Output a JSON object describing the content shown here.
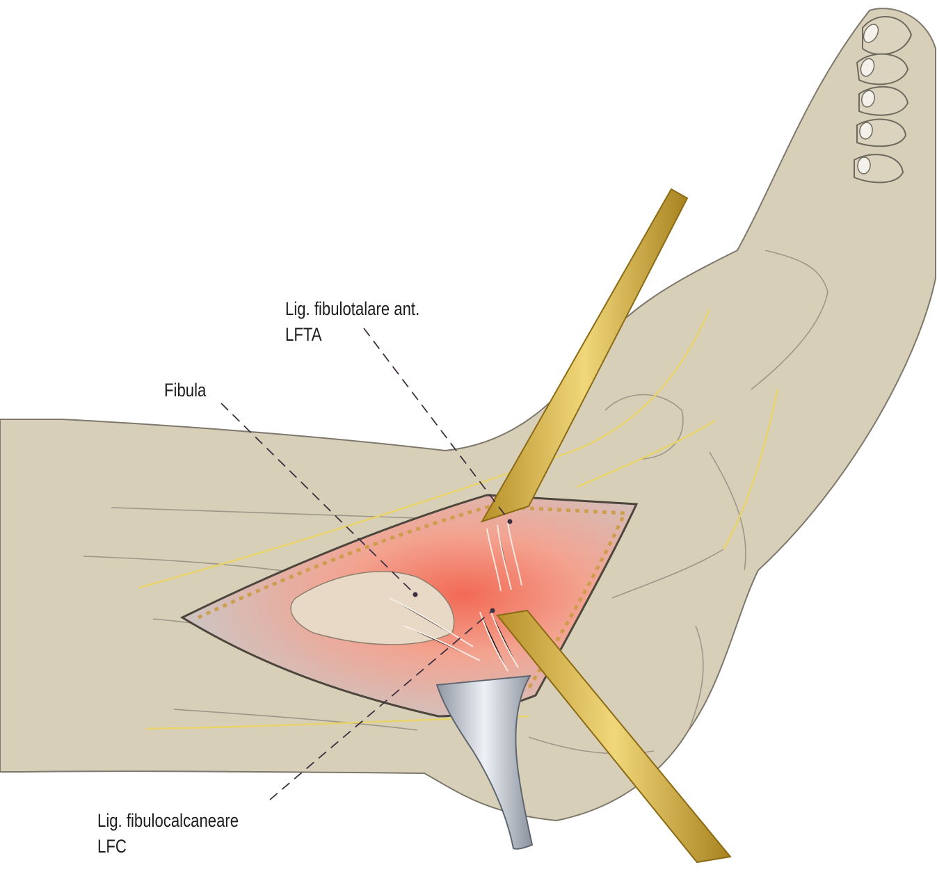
{
  "labels": {
    "lfta": {
      "line1": "Lig. fibulotalare ant.",
      "line2": "LFTA"
    },
    "fibula": {
      "line1": "Fibula"
    },
    "lfc": {
      "line1": "Lig. fibulocalcaneare",
      "line2": "LFC"
    }
  },
  "colors": {
    "skin": "#d8cfb9",
    "skin_shadow": "#c2b79e",
    "outline": "#7d776c",
    "wound_red": "#ef5a4c",
    "bone": "#e6d6c3",
    "retractor_gold": "#d9b94f",
    "retractor_edge": "#8a6a14",
    "steel": "#b7bdc6",
    "nerve_yellow": "#e8d36a",
    "leader_line": "#3c3040"
  }
}
